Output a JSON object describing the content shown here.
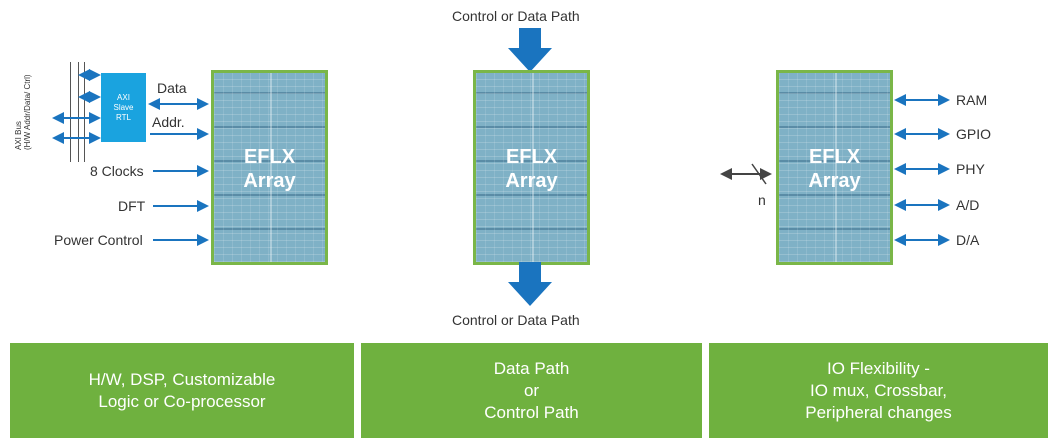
{
  "top_label": "Control or Data Path",
  "bottom_label": "Control or Data Path",
  "array_label_line1": "EFLX",
  "array_label_line2": "Array",
  "left_panel": {
    "axi_box_lines": [
      "AXI",
      "Slave",
      "RTL"
    ],
    "bus_label_line1": "AXI Bus",
    "bus_label_line2": "(H/W Addr/Data/ Ctrl)",
    "data": "Data",
    "addr": "Addr.",
    "clocks": "8 Clocks",
    "dft": "DFT",
    "power": "Power Control"
  },
  "right_panel": {
    "n_label": "n",
    "outputs": [
      "RAM",
      "GPIO",
      "PHY",
      "A/D",
      "D/A"
    ]
  },
  "footer": {
    "left": [
      "H/W, DSP, Customizable",
      "Logic or  Co-processor"
    ],
    "middle": [
      "Data Path",
      "or",
      "Control Path"
    ],
    "right": [
      "IO Flexibility -",
      "IO mux, Crossbar,",
      "Peripheral changes"
    ]
  },
  "colors": {
    "arrow_blue": "#1a74bf",
    "array_border": "#7ab648",
    "footer_green": "#6fb13f",
    "axi_blue": "#1aa3df"
  }
}
